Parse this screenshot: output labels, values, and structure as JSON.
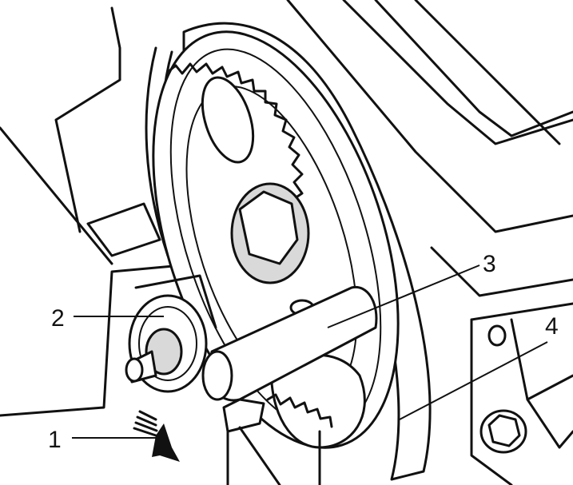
{
  "callouts": {
    "c1": "1",
    "c2": "2",
    "c3": "3",
    "c4": "4"
  },
  "colors": {
    "ink": "#111111",
    "paper": "#ffffff",
    "shade": "#d9d9d9"
  }
}
